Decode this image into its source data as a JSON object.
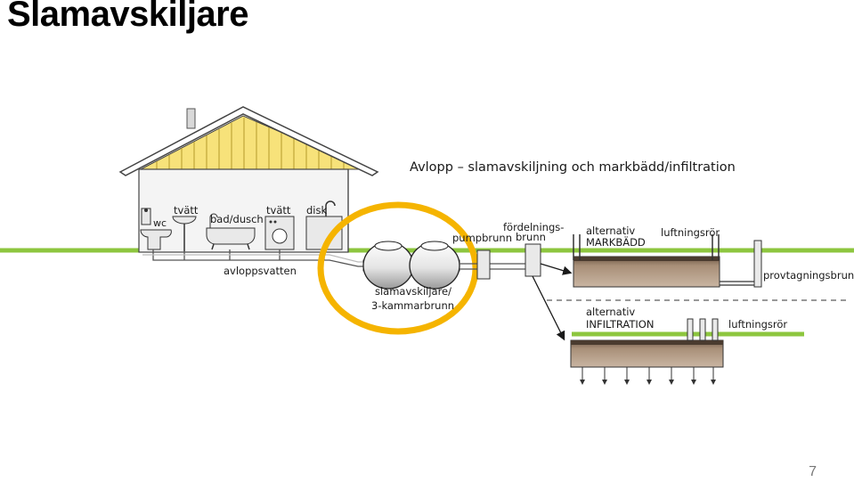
{
  "title": "Slamavskiljare",
  "page_number": "7",
  "diagram": {
    "heading": "Avlopp – slamavskiljning och markbädd/infiltration",
    "labels": {
      "wc": "wc",
      "tvatt1": "tvätt",
      "bad_dusch": "bad/dusch",
      "tvatt2": "tvätt",
      "disk": "disk",
      "avloppsvatten": "avloppsvatten",
      "slamavskiljare_1": "slamavskiljare/",
      "slamavskiljare_2": "3-kammarbrunn",
      "pumpbrunn": "pumpbrunn",
      "fordelningsbrunn_1": "fördelnings-",
      "fordelningsbrunn_2": "brunn",
      "markbadd_1": "alternativ",
      "markbadd_2": "MARKBÄDD",
      "luftningsror_top": "luftningsrör",
      "provtagningsbrunn": "provtagningsbrunn",
      "infiltration_1": "alternativ",
      "infiltration_2": "INFILTRATION",
      "luftningsror_bottom": "luftningsrör"
    },
    "colors": {
      "ground": "#8dc63f",
      "highlight_ring": "#f5b400",
      "roof_wall": "#f7e27a",
      "house_wall": "#e6e6e6",
      "bed_fill": "#a08770",
      "tank": "#e9e9e9"
    }
  }
}
